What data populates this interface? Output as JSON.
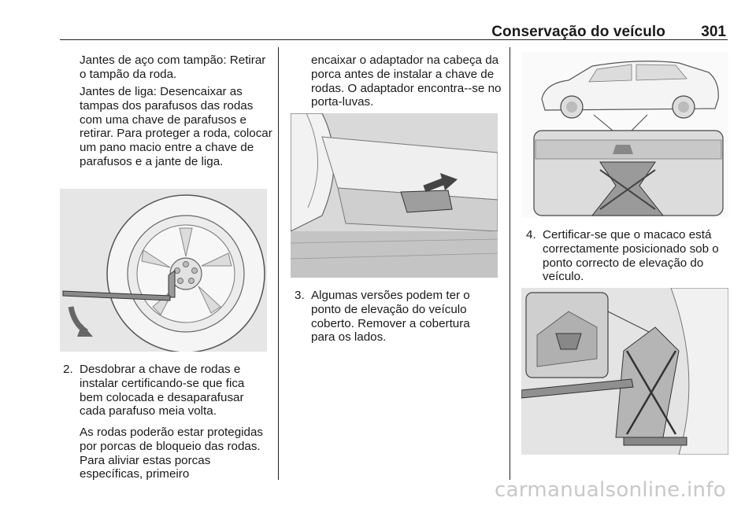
{
  "header": {
    "title": "Conservação do veículo",
    "page_number": "301"
  },
  "column1": {
    "para1": "Jantes de aço com tampão: Retirar o tampão da roda.",
    "para2": "Jantes de liga: Desencaixar as tampas dos parafusos das rodas com uma chave de parafusos e retirar. Para proteger a roda, colocar um pano macio entre a chave de parafusos e a jante de liga.",
    "step2_num": "2.",
    "step2_text": "Desdobrar a chave de rodas e instalar certificando-se que fica bem colocada e desaparafusar cada parafuso meia volta.",
    "para3": "As rodas poderão estar protegidas por porcas de bloqueio das rodas. Para aliviar estas porcas específicas, primeiro"
  },
  "column2": {
    "para1": "encaixar o adaptador na cabeça da porca antes de instalar a chave de rodas. O adaptador encontra--se no porta-luvas.",
    "step3_num": "3.",
    "step3_text": "Algumas versões podem ter o ponto de elevação do veículo coberto. Remover a cobertura para os lados."
  },
  "column3": {
    "step4_num": "4.",
    "step4_text": "Certificar-se que o macaco está correctamente posicionado sob o ponto correcto de elevação do veículo."
  },
  "figures": {
    "wheel_wrench": "wheel-wrench-illustration",
    "jacking_cover": "jacking-point-cover-illustration",
    "car_jack": "car-on-jack-illustration",
    "jack_closeup": "jack-closeup-illustration"
  },
  "watermark": "carmanualsonline.info"
}
